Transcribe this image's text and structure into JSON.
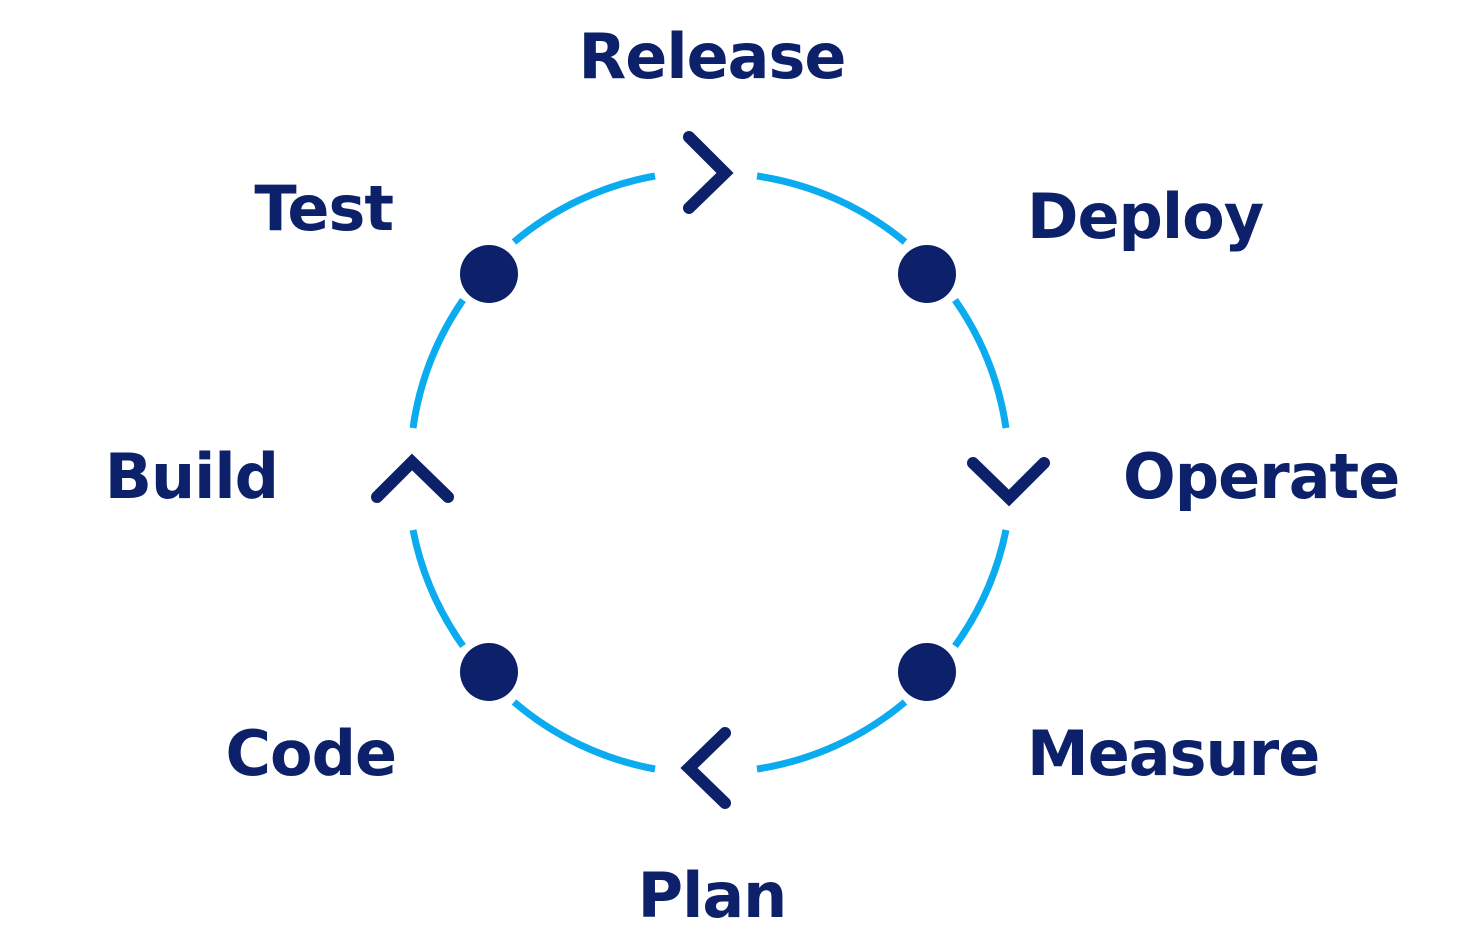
{
  "colors": {
    "ring": "#0AABEF",
    "marker": "#0C2169",
    "label": "#0C2169",
    "background": "#FFFFFF"
  },
  "stages": [
    {
      "label": "Release",
      "marker": "chevron-right-icon"
    },
    {
      "label": "Deploy",
      "marker": "dot"
    },
    {
      "label": "Operate",
      "marker": "chevron-down-icon"
    },
    {
      "label": "Measure",
      "marker": "dot"
    },
    {
      "label": "Plan",
      "marker": "chevron-left-icon"
    },
    {
      "label": "Code",
      "marker": "dot"
    },
    {
      "label": "Build",
      "marker": "chevron-up-icon"
    },
    {
      "label": "Test",
      "marker": "dot"
    }
  ]
}
